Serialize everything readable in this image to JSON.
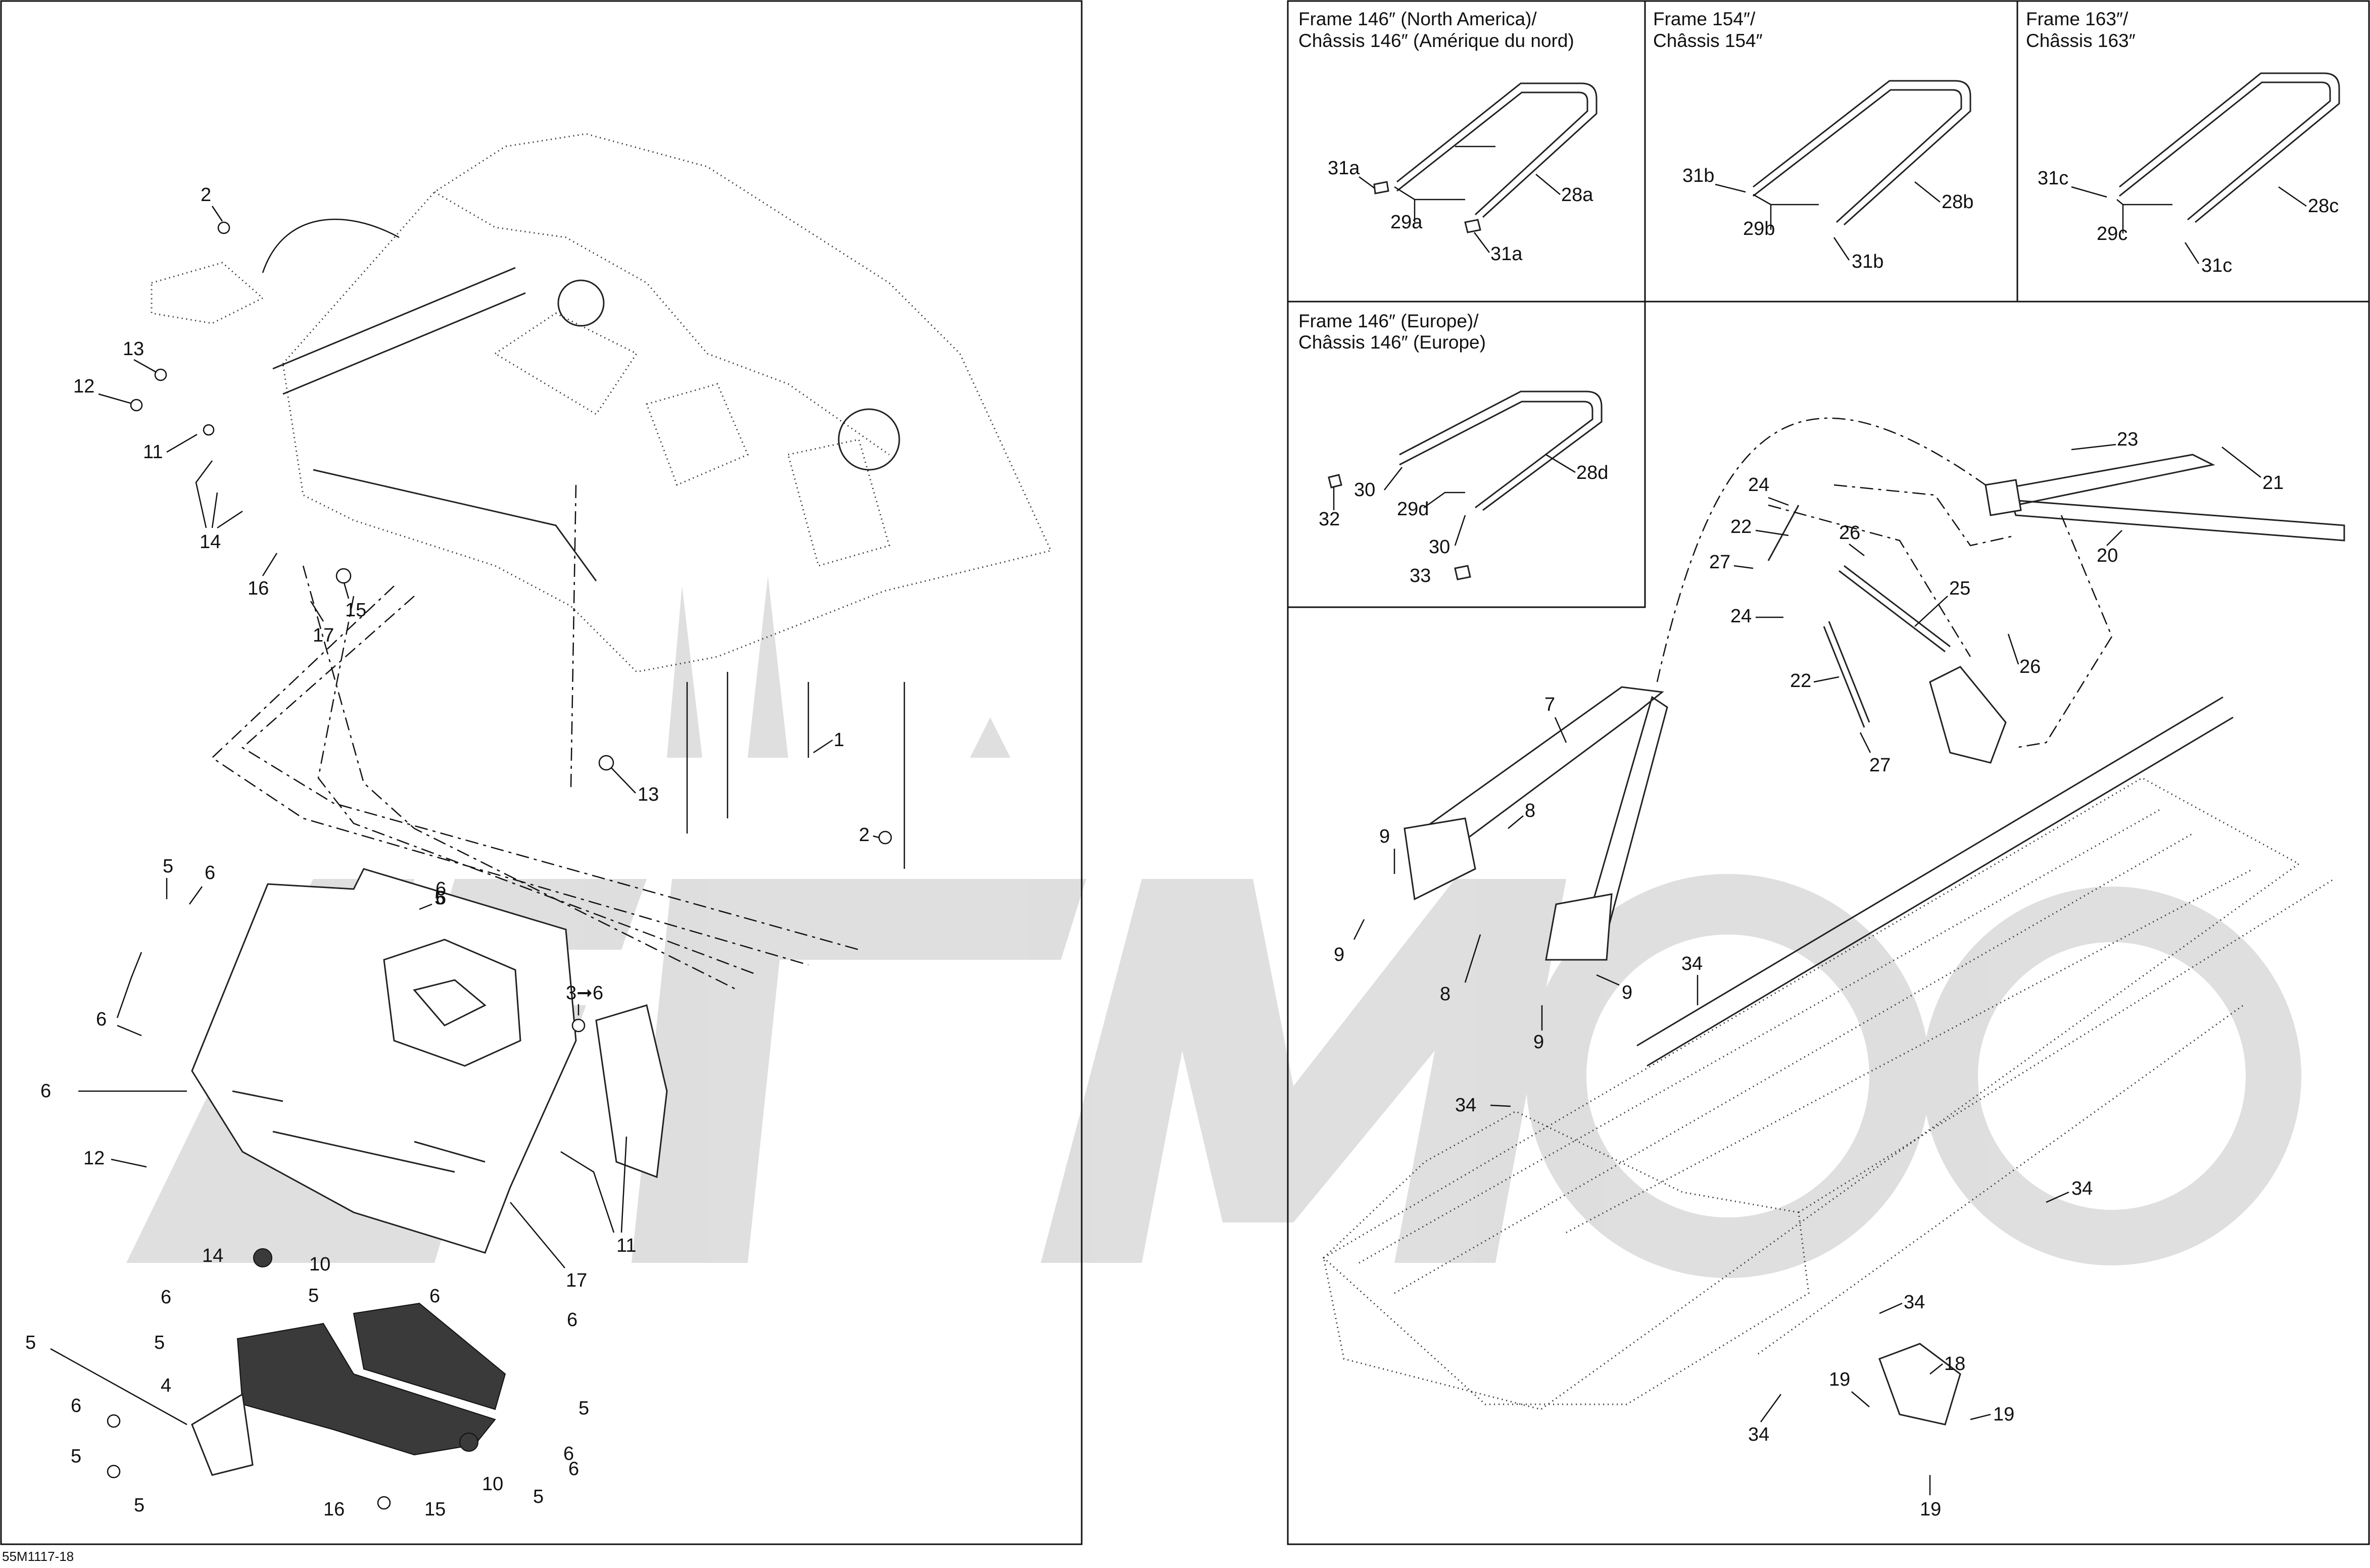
{
  "reference_code": "55M1117-18",
  "watermark_color": "#d9d9d9",
  "insets": [
    {
      "id": "na146",
      "title_line1": "Frame 146″ (North America)/",
      "title_line2": "Châssis 146″ (Amérique du nord)",
      "labels": [
        "31a",
        "28a",
        "29a",
        "31a"
      ]
    },
    {
      "id": "f154",
      "title_line1": "Frame 154″/",
      "title_line2": "Châssis 154″",
      "labels": [
        "31b",
        "28b",
        "29b",
        "31b"
      ]
    },
    {
      "id": "f163",
      "title_line1": "Frame 163″/",
      "title_line2": "Châssis 163″",
      "labels": [
        "31c",
        "28c",
        "29c",
        "31c"
      ]
    },
    {
      "id": "eu146",
      "title_line1": "Frame 146″ (Europe)/",
      "title_line2": "Châssis 146″ (Europe)",
      "labels": [
        "30",
        "32",
        "29d",
        "28d",
        "30",
        "33"
      ]
    }
  ],
  "left_labels": [
    "2",
    "13",
    "12",
    "11",
    "14",
    "16",
    "15",
    "17",
    "13",
    "1",
    "2",
    "5",
    "6",
    "6",
    "5",
    "6",
    "6",
    "3➞6",
    "12",
    "17",
    "11",
    "14",
    "10",
    "6",
    "5",
    "6",
    "5",
    "6",
    "5",
    "4",
    "5",
    "6",
    "6",
    "5",
    "6",
    "5",
    "16",
    "15",
    "10",
    "5"
  ],
  "right_labels": [
    "23",
    "21",
    "20",
    "24",
    "22",
    "27",
    "26",
    "25",
    "24",
    "26",
    "22",
    "27",
    "7",
    "8",
    "9",
    "9",
    "8",
    "9",
    "9",
    "34",
    "34",
    "34",
    "34",
    "18",
    "19",
    "19",
    "19",
    "34"
  ]
}
